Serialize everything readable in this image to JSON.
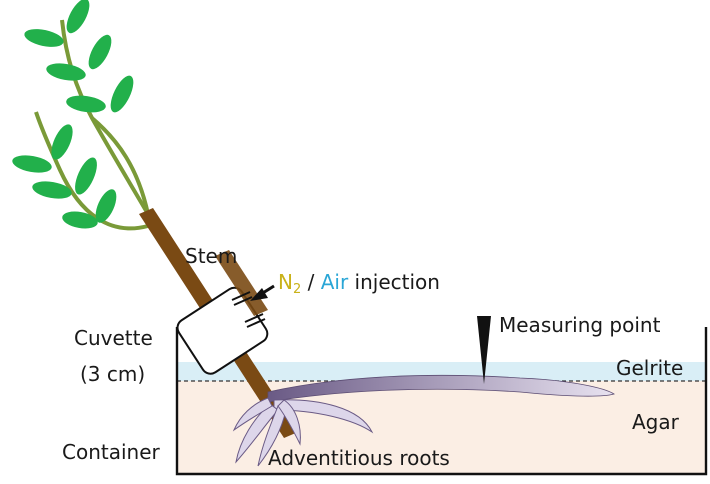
{
  "labels": {
    "stem": "Stem",
    "injection": {
      "n_main": "N",
      "n_sub": "2",
      "sep": " / ",
      "air": "Air",
      "rest": " injection"
    },
    "cuvette": "Cuvette",
    "cuvette_size": "(3 cm)",
    "measuring_point": "Measuring point",
    "gelrite": "Gelrite",
    "agar": "Agar",
    "container": "Container",
    "roots": "Adventitious roots"
  },
  "colors": {
    "leaf": "#22b04b",
    "branch": "#7a9a38",
    "stem": "#7a4a14",
    "agar": "#fbeee4",
    "gelrite": "#d9eef6",
    "root_light": "#ddd6ea",
    "root_dark": "#6a5a85",
    "n2": "#c9b21a",
    "air": "#2aa6d6"
  }
}
